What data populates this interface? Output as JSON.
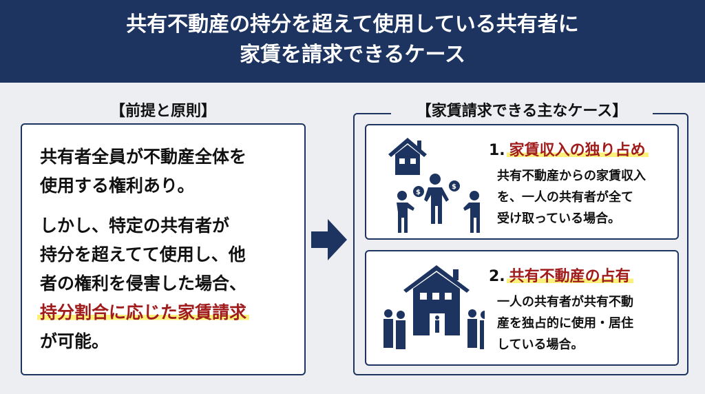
{
  "header": {
    "title_lines": [
      "共有不動産の持分を超えて使用している共有者に",
      "家賃を請求できるケース"
    ]
  },
  "left": {
    "title": "【前提と原則】",
    "lines": [
      "共有者全員が不動産全体を",
      "使用する権利あり。",
      "しかし、特定の共有者が",
      "持分を超えてて使用し、他",
      "者の権利を侵害した場合、"
    ],
    "highlight": "持分割合に応じた家賃請求",
    "last": "が可能。"
  },
  "right": {
    "title": "【家賃請求できる主なケース】",
    "cases": [
      {
        "num": "1.",
        "title": "家賃収入の独り占め",
        "lines": [
          "共有不動産からの家賃収入",
          "を、一人の共有者が全て",
          "受け取っている場合。"
        ],
        "icon": "house-money-people-icon"
      },
      {
        "num": "2.",
        "title": "共有不動産の占有",
        "lines": [
          "一人の共有者が共有不動",
          "産を独占的に使用・居住",
          "している場合。"
        ],
        "icon": "house-occupied-people-icon"
      }
    ]
  },
  "colors": {
    "navy": "#1d3461",
    "red": "#a01c1c",
    "highlight": "#fbf07a",
    "bg": "#eceef2"
  }
}
